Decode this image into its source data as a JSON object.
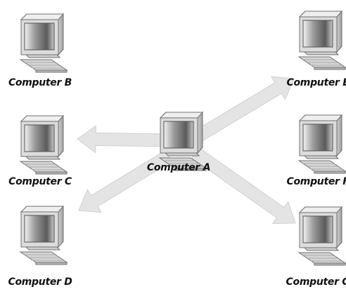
{
  "diagram": {
    "computers": [
      {
        "id": "a",
        "label": "Computer A"
      },
      {
        "id": "b",
        "label": "Computer B"
      },
      {
        "id": "c",
        "label": "Computer C"
      },
      {
        "id": "d",
        "label": "Computer D"
      },
      {
        "id": "e",
        "label": "Computer E"
      },
      {
        "id": "f",
        "label": "Computer F"
      },
      {
        "id": "g",
        "label": "Computer G"
      }
    ],
    "arrows": [
      {
        "from": "a",
        "to": "c"
      },
      {
        "from": "a",
        "to": "d"
      },
      {
        "from": "a",
        "to": "e"
      },
      {
        "from": "a",
        "to": "g"
      }
    ],
    "colors": {
      "arrow": "#e4e4e4",
      "arrow_edge": "#d0d0d0"
    }
  }
}
